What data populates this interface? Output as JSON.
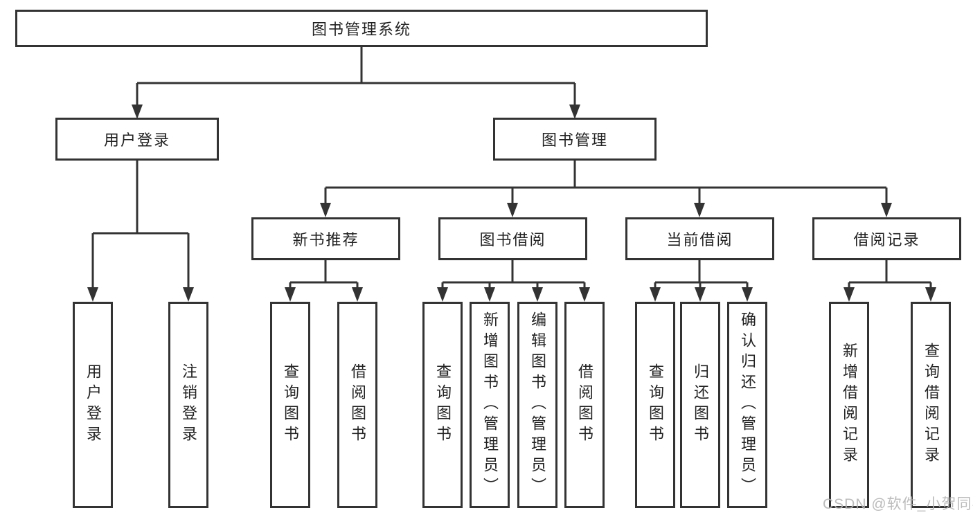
{
  "tree": {
    "root": "图书管理系统",
    "branches": [
      {
        "label": "用户登录",
        "leaves": [
          "用户登录",
          "注销登录"
        ]
      },
      {
        "label": "图书管理",
        "groups": [
          {
            "label": "新书推荐",
            "leaves": [
              "查询图书",
              "借阅图书"
            ]
          },
          {
            "label": "图书借阅",
            "leaves": [
              "查询图书",
              "新增图书（管理员）",
              "编辑图书（管理员）",
              "借阅图书"
            ]
          },
          {
            "label": "当前借阅",
            "leaves": [
              "查询图书",
              "归还图书",
              "确认归还（管理员）"
            ]
          },
          {
            "label": "借阅记录",
            "leaves": [
              "新增借阅记录",
              "查询借阅记录"
            ]
          }
        ]
      }
    ]
  },
  "watermark": "CSDN @软件_小贺同学",
  "colors": {
    "line": "#333333",
    "ink": "#222222",
    "wm": "#b5b5b5"
  }
}
